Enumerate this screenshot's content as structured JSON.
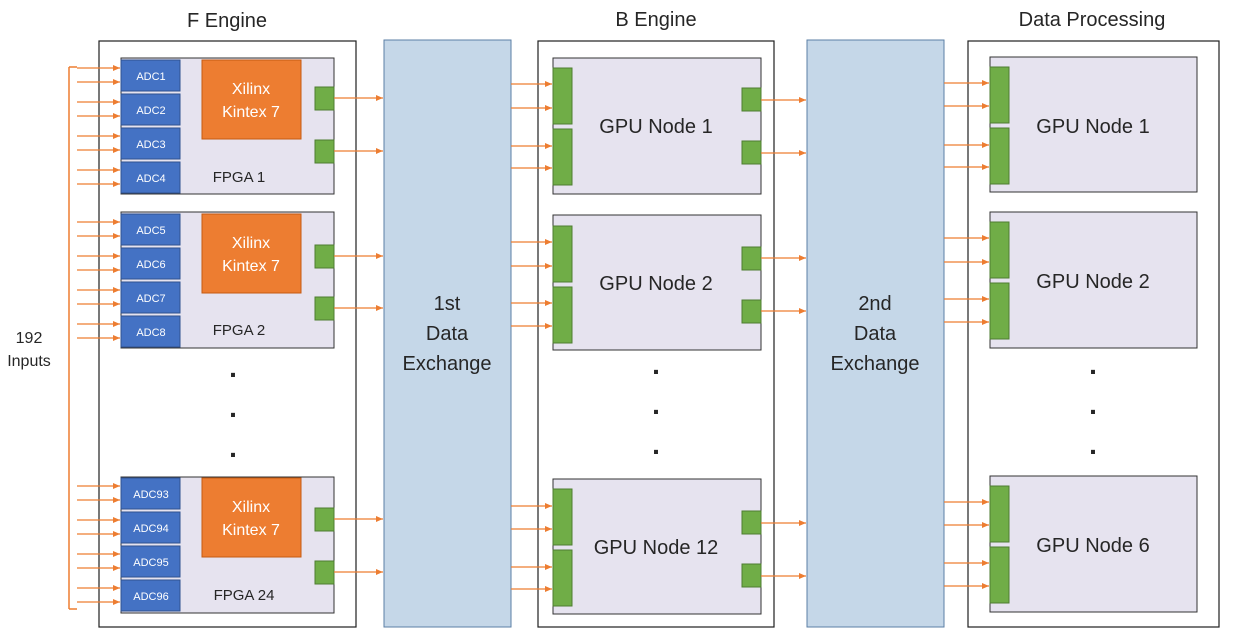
{
  "colors": {
    "panel_border": "#1f1f1f",
    "node_fill": "#e6e3ef",
    "node_border": "#333333",
    "adc_fill": "#4472c4",
    "fpga_chip_fill": "#ed7d31",
    "port_fill": "#70ad47",
    "port_border": "#4e7d30",
    "exchange_fill": "#c5d7e8",
    "arrow": "#ed7d31"
  },
  "section_titles": {
    "f_engine": "F Engine",
    "b_engine": "B Engine",
    "data_processing": "Data Processing"
  },
  "inputs_label": {
    "line1": "192",
    "line2": "Inputs"
  },
  "f_engine": {
    "chip_line1": "Xilinx",
    "chip_line2": "Kintex 7",
    "boards": [
      {
        "fpga_label": "FPGA 1",
        "adcs": [
          "ADC1",
          "ADC2",
          "ADC3",
          "ADC4"
        ]
      },
      {
        "fpga_label": "FPGA 2",
        "adcs": [
          "ADC5",
          "ADC6",
          "ADC7",
          "ADC8"
        ]
      },
      {
        "fpga_label": "FPGA 24",
        "adcs": [
          "ADC93",
          "ADC94",
          "ADC95",
          "ADC96"
        ]
      }
    ]
  },
  "exchanges": [
    {
      "line1": "1st",
      "line2": "Data",
      "line3": "Exchange"
    },
    {
      "line1": "2nd",
      "line2": "Data",
      "line3": "Exchange"
    }
  ],
  "b_engine": {
    "nodes": [
      {
        "label": "GPU Node 1"
      },
      {
        "label": "GPU Node 2"
      },
      {
        "label": "GPU Node 12"
      }
    ]
  },
  "data_processing": {
    "nodes": [
      {
        "label": "GPU Node 1"
      },
      {
        "label": "GPU Node 2"
      },
      {
        "label": "GPU Node 6"
      }
    ]
  },
  "ellipsis_dot": "."
}
